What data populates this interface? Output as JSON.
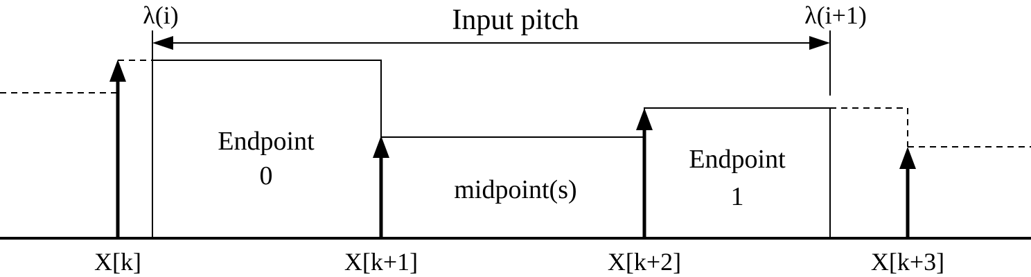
{
  "labels": {
    "lambda_i": "λ(i)",
    "lambda_i1": "λ(i+1)",
    "input_pitch": "Input pitch",
    "endpoint0_line1": "Endpoint",
    "endpoint0_line2": "0",
    "midpoints": "midpoint(s)",
    "endpoint1_line1": "Endpoint",
    "endpoint1_line2": "1",
    "x_k": "X[k]",
    "x_k1": "X[k+1]",
    "x_k2": "X[k+2]",
    "x_k3": "X[k+3]"
  },
  "colors": {
    "ink": "#000000",
    "background": "#ffffff"
  }
}
